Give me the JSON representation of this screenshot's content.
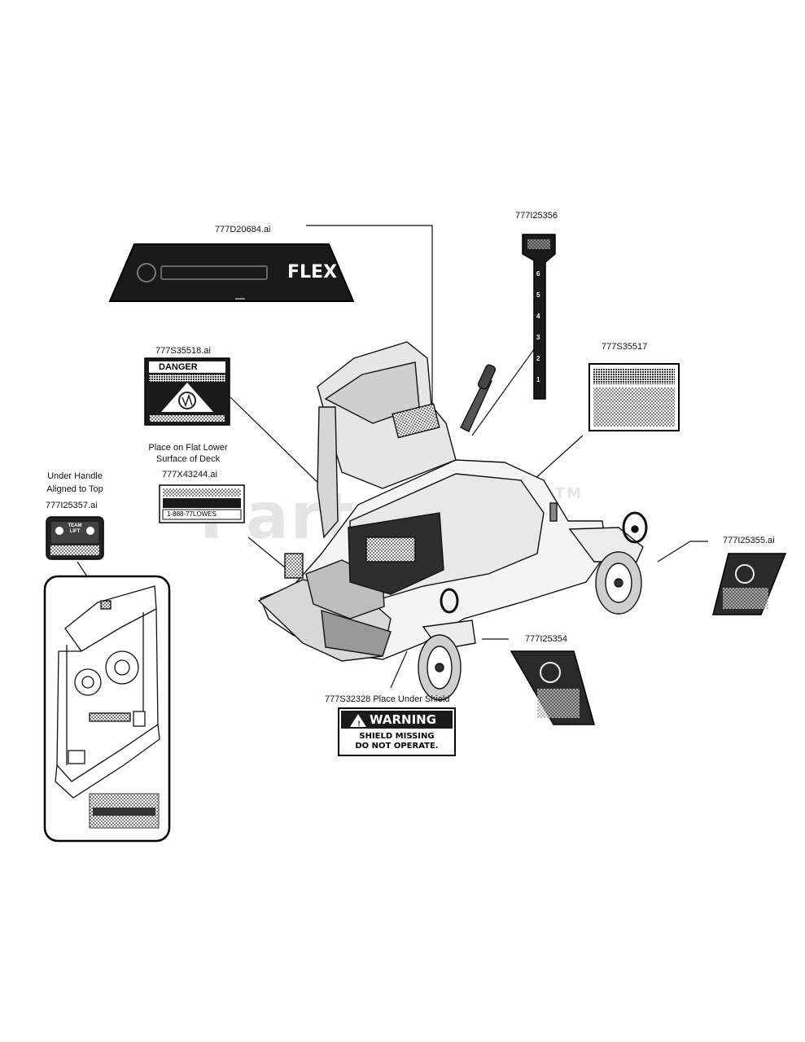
{
  "labels": {
    "decal_flex_brand": "777D20684.ai",
    "decal_height_scale": "777I25356",
    "decal_danger": "777S35518.ai",
    "decal_operation": "777S35517",
    "place_flat_lower_line1": "Place on Flat Lower",
    "place_flat_lower_line2": "Surface of Deck",
    "decal_service": "777X43244.ai",
    "under_handle_line1": "Under Handle",
    "under_handle_line2": "Aligned to Top",
    "decal_team_lift": "777I25357.ai",
    "decal_right_wheel": "777I25355.ai",
    "decal_left_wheel": "777I25354",
    "decal_warning_shield": "777S32328 Place Under Shield"
  },
  "decal_text": {
    "flex": "FLEX",
    "danger": "DANGER",
    "warning": "WARNING",
    "shield_missing": "SHIELD MISSING",
    "do_not_operate": "DO NOT OPERATE.",
    "service_phone": "1-888-77LOWES",
    "team_lift_1": "TEAM",
    "team_lift_2": "LIFT",
    "scale": [
      "6",
      "5",
      "4",
      "3",
      "2",
      "1"
    ]
  },
  "watermark": {
    "text": "PartsTree",
    "tm": "TM"
  },
  "colors": {
    "ink": "#111111",
    "decal_dark": "#1a1a1a",
    "watermark": "#a0a0a0"
  }
}
